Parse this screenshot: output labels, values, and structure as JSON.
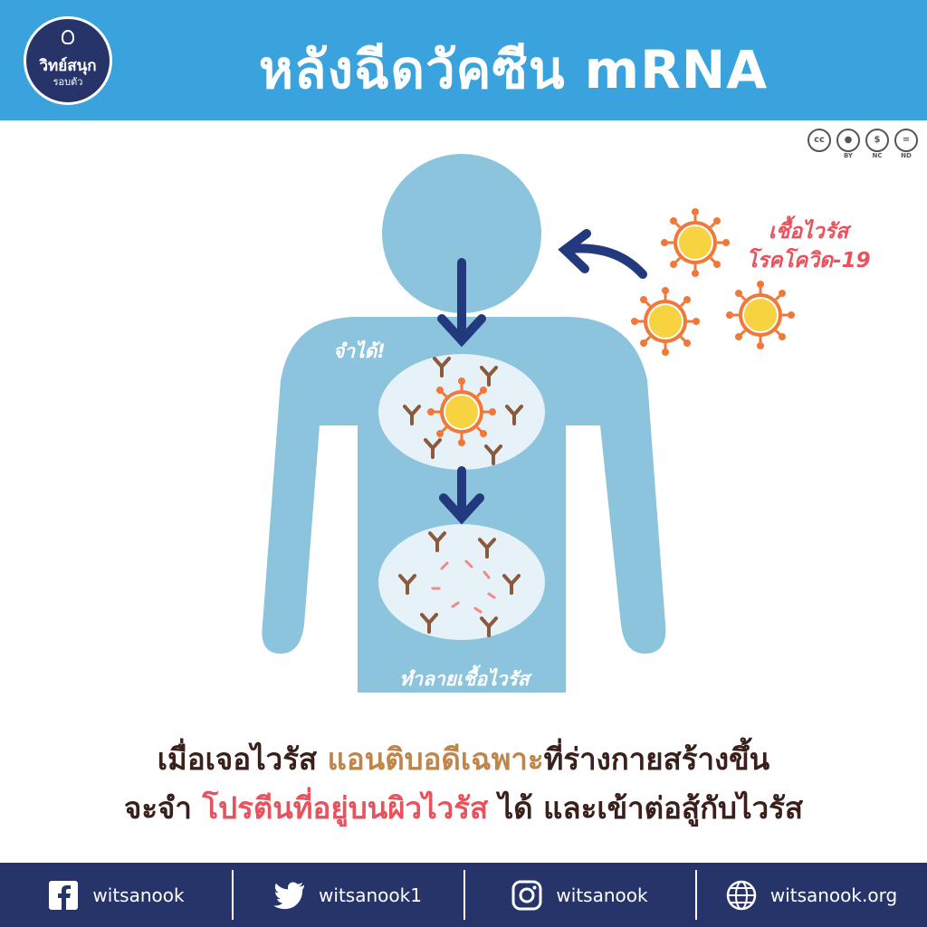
{
  "header": {
    "title": "หลังฉีดวัคซีน mRNA",
    "logo_line1": "วิทย์สนุก",
    "logo_line2": "รอบตัว"
  },
  "license": {
    "cc": "cc",
    "by": "BY",
    "nc": "NC",
    "nd": "ND"
  },
  "diagram": {
    "virus_label_line1": "เชื้อไวรัส",
    "virus_label_line2": "โรคโควิด-19",
    "remember_label": "จำได้!",
    "destroy_label": "ทำลายเชื้อไวรัส"
  },
  "caption": {
    "line1_a": "เมื่อเจอไวรัส ",
    "line1_b": "แอนติบอดีเฉพาะ",
    "line1_c": "ที่ร่างกายสร้างขึ้น",
    "line2_a": "จะจำ ",
    "line2_b": "โปรตีนที่อยู่บนผิวไวรัส",
    "line2_c": " ได้ และเข้าต่อสู้กับไวรัส"
  },
  "footer": {
    "facebook": "witsanook",
    "twitter": "witsanook1",
    "instagram": "witsanook",
    "website": "witsanook.org"
  },
  "colors": {
    "header_bg": "#3aa3dd",
    "footer_bg": "#27346a",
    "body_fill": "#8cc4de",
    "arrow": "#22397e",
    "virus_core": "#f7d341",
    "virus_spike": "#f07839",
    "antibody": "#8b5a3c",
    "highlight_red": "#e8525c",
    "highlight_brown": "#c08548"
  }
}
